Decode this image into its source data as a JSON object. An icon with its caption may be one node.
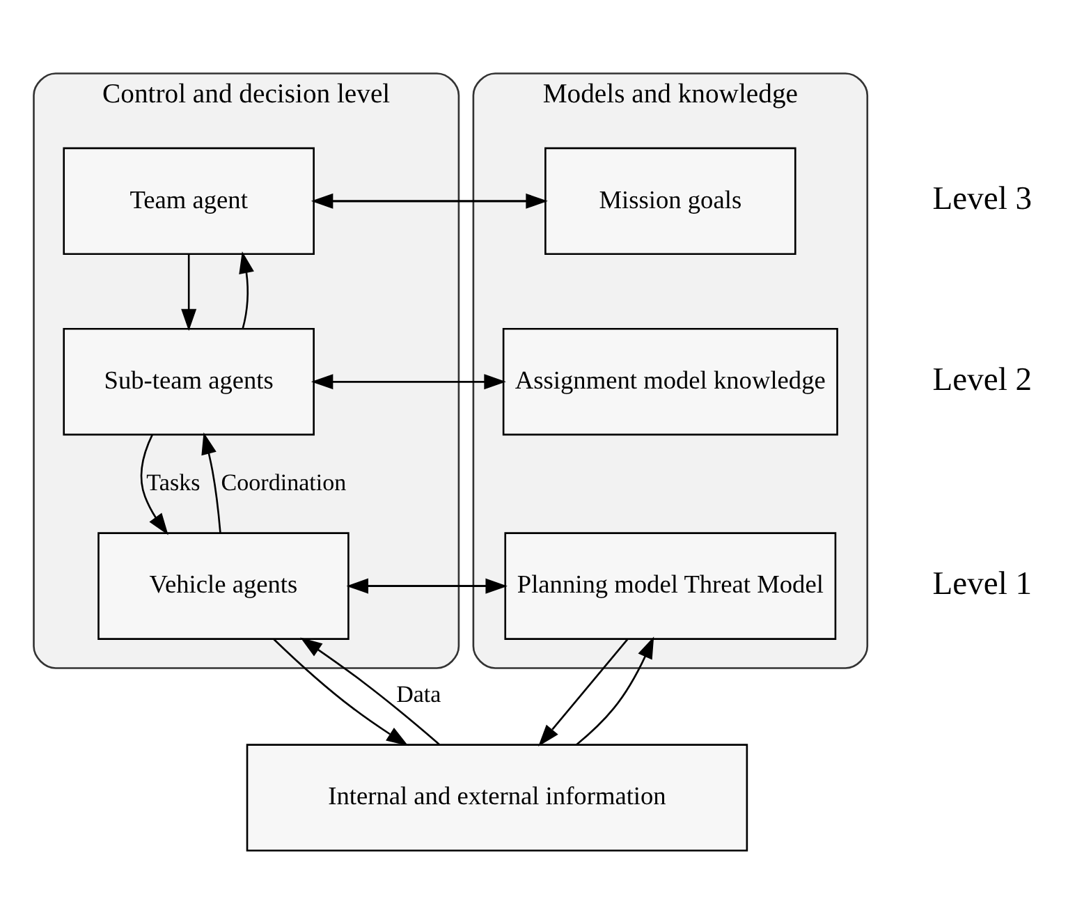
{
  "diagram": {
    "nodes": [
      {
        "text": [
          "Control and decision level"
        ]
      },
      {
        "text": [
          "Team agent"
        ],
        "in": 0
      },
      {
        "text": [
          "Sub-team agents"
        ],
        "in": 0
      },
      {
        "text": [
          "Vehicle agents"
        ],
        "in": 0
      },
      {
        "text": [
          "Models and knowledge"
        ]
      },
      {
        "text": [
          "Mission goals"
        ],
        "in": 4
      },
      {
        "text": [
          "Assignment model knowledge"
        ],
        "in": 4
      },
      {
        "text": [
          "Planning model Threat Model"
        ],
        "in": 4
      },
      {
        "text": [
          "Internal and external information"
        ]
      }
    ],
    "edges": [
      {
        "from": 1,
        "to": 5,
        "arrow": "to"
      },
      {
        "from": 5,
        "to": 1,
        "arrow": "to"
      },
      {
        "from": 1,
        "to": 2,
        "arrow": "to"
      },
      {
        "from": 2,
        "to": 1,
        "arrow": "to"
      },
      {
        "from": 2,
        "to": 6,
        "arrow": "to"
      },
      {
        "from": 6,
        "to": 2,
        "arrow": "to"
      },
      {
        "from": 2,
        "to": 3,
        "arrow": "to",
        "label": "Tasks"
      },
      {
        "from": 3,
        "to": 2,
        "arrow": "to",
        "label": "Coordination"
      },
      {
        "from": 3,
        "to": 7,
        "arrow": "to"
      },
      {
        "from": 7,
        "to": 3,
        "arrow": "to"
      },
      {
        "from": 3,
        "to": 8,
        "arrow": "to"
      },
      {
        "from": 8,
        "to": 3,
        "arrow": "to",
        "label": "Data"
      },
      {
        "from": 7,
        "to": 8,
        "arrow": "to"
      },
      {
        "from": 8,
        "to": 7,
        "arrow": "to"
      }
    ],
    "labels": [
      "Level 3",
      "Level 2",
      "Level 1"
    ]
  }
}
